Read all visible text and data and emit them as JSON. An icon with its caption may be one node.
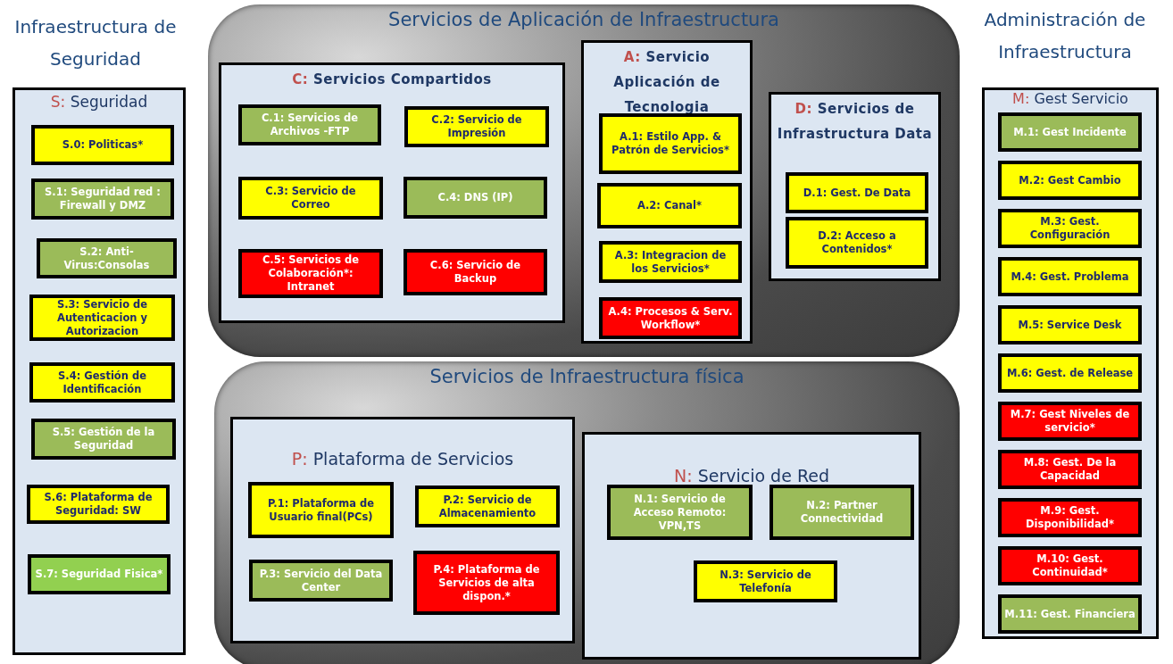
{
  "diagram": {
    "nodes": [
      {
        "text": [
          "S:",
          "Seguridad"
        ]
      },
      {
        "text": [
          "S.0:  Politicas*"
        ],
        "in": 0
      },
      {
        "text": [
          "S.1: Seguridad red : Firewall y DMZ"
        ],
        "in": 0
      },
      {
        "text": [
          "S.2: Anti-Virus:Consolas"
        ],
        "in": 0
      },
      {
        "text": [
          "S.3: Servicio de Autenticacion y Autorizacion"
        ],
        "in": 0
      },
      {
        "text": [
          "S.4: Gestión de Identificación"
        ],
        "in": 0
      },
      {
        "text": [
          "S.5: Gestión de la Seguridad"
        ],
        "in": 0
      },
      {
        "text": [
          "S.6: Plataforma de Seguridad: SW"
        ],
        "in": 0
      },
      {
        "text": [
          "S.7: Seguridad Fisica*"
        ],
        "in": 0
      },
      {
        "text": [
          "Servicios de Aplicación de Infraestructura"
        ]
      },
      {
        "text": [
          "C:",
          "Servicios Compartidos"
        ],
        "in": 9
      },
      {
        "text": [
          "C.1: Servicios de Archivos -FTP"
        ],
        "in": 10
      },
      {
        "text": [
          "C.2: Servicio de Impresión"
        ],
        "in": 10
      },
      {
        "text": [
          "C.3: Servicio de Correo"
        ],
        "in": 10
      },
      {
        "text": [
          "C.4: DNS (IP)"
        ],
        "in": 10
      },
      {
        "text": [
          "C.5: Servicios de Colaboración*: Intranet"
        ],
        "in": 10
      },
      {
        "text": [
          "C.6: Servicio de Backup"
        ],
        "in": 10
      },
      {
        "text": [
          "A:",
          "Servicio Aplicación de Tecnologia"
        ],
        "in": 9
      },
      {
        "text": [
          "A.1: Estilo App. & Patrón de Servicios*"
        ],
        "in": 17
      },
      {
        "text": [
          "A.2: Canal*"
        ],
        "in": 17
      },
      {
        "text": [
          "A.3: Integracion de los Servicios*"
        ],
        "in": 17
      },
      {
        "text": [
          "A.4: Procesos & Serv. Workflow*"
        ],
        "in": 17
      },
      {
        "text": [
          "D:",
          "Servicios de Infrastructura Data"
        ],
        "in": 9
      },
      {
        "text": [
          "D.1: Gest. De Data"
        ],
        "in": 22
      },
      {
        "text": [
          "D.2: Acceso a Contenidos*"
        ],
        "in": 22
      },
      {
        "text": [
          "Servicios de Infraestructura física"
        ]
      },
      {
        "text": [
          "P:",
          "Plataforma de Servicios"
        ],
        "in": 25
      },
      {
        "text": [
          "P.1: Plataforma de Usuario final(PCs)"
        ],
        "in": 26
      },
      {
        "text": [
          "P.2: Servicio de Almacenamiento"
        ],
        "in": 26
      },
      {
        "text": [
          "P.3: Servicio del Data Center"
        ],
        "in": 26
      },
      {
        "text": [
          "P.4: Plataforma de Servicios de alta dispon.*"
        ],
        "in": 26
      },
      {
        "text": [
          "N:",
          "Servicio de Red"
        ],
        "in": 25
      },
      {
        "text": [
          "N.1: Servicio de Acceso Remoto: VPN,TS"
        ],
        "in": 31
      },
      {
        "text": [
          "N.2: Partner Connectividad"
        ],
        "in": 31
      },
      {
        "text": [
          "N.3: Servicio de Telefonía"
        ],
        "in": 31
      },
      {
        "text": [
          "M:",
          "Gest Servicio"
        ]
      },
      {
        "text": [
          "M.1: Gest Incidente"
        ],
        "in": 35
      },
      {
        "text": [
          "M.2: Gest Cambio"
        ],
        "in": 35
      },
      {
        "text": [
          "M.3: Gest. Configuración"
        ],
        "in": 35
      },
      {
        "text": [
          "M.4: Gest. Problema"
        ],
        "in": 35
      },
      {
        "text": [
          "M.5: Service Desk"
        ],
        "in": 35
      },
      {
        "text": [
          "M.6: Gest. de Release"
        ],
        "in": 35
      },
      {
        "text": [
          "M.7: Gest Niveles de servicio*"
        ],
        "in": 35
      },
      {
        "text": [
          "M.8: Gest. De la Capacidad"
        ],
        "in": 35
      },
      {
        "text": [
          "M.9: Gest. Disponibilidad*"
        ],
        "in": 35
      },
      {
        "text": [
          "M.10: Gest. Continuidad*"
        ],
        "in": 35
      },
      {
        "text": [
          "M.11: Gest. Financiera"
        ],
        "in": 35
      }
    ],
    "labels": [
      "Infraestructura de Seguridad",
      "Administración de Infraestructura"
    ]
  }
}
